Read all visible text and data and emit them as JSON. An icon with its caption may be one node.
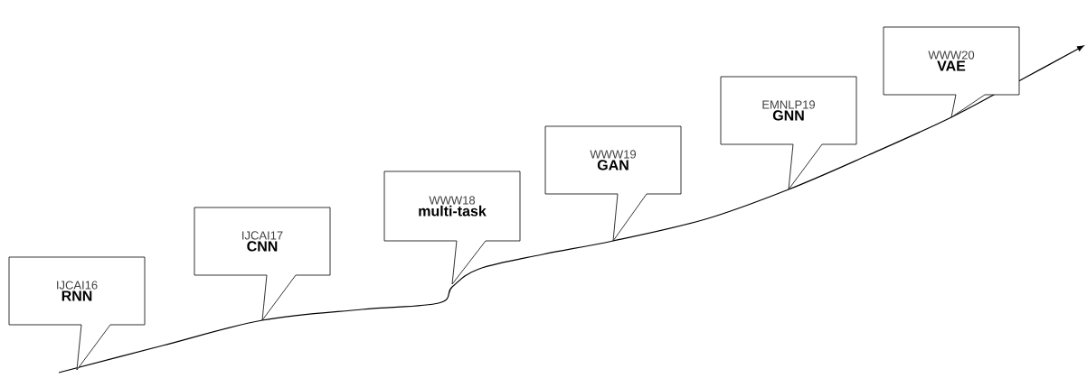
{
  "diagram": {
    "nodes": [
      {
        "text": [
          "IJCAI16",
          "RNN"
        ]
      },
      {
        "text": [
          "IJCAI17",
          "CNN"
        ]
      },
      {
        "text": [
          "WWW18",
          "multi-task"
        ]
      },
      {
        "text": [
          "WWW19",
          "GAN"
        ]
      },
      {
        "text": [
          "EMNLP19",
          "GNN"
        ]
      },
      {
        "text": [
          "WWW20",
          "VAE"
        ]
      }
    ]
  }
}
